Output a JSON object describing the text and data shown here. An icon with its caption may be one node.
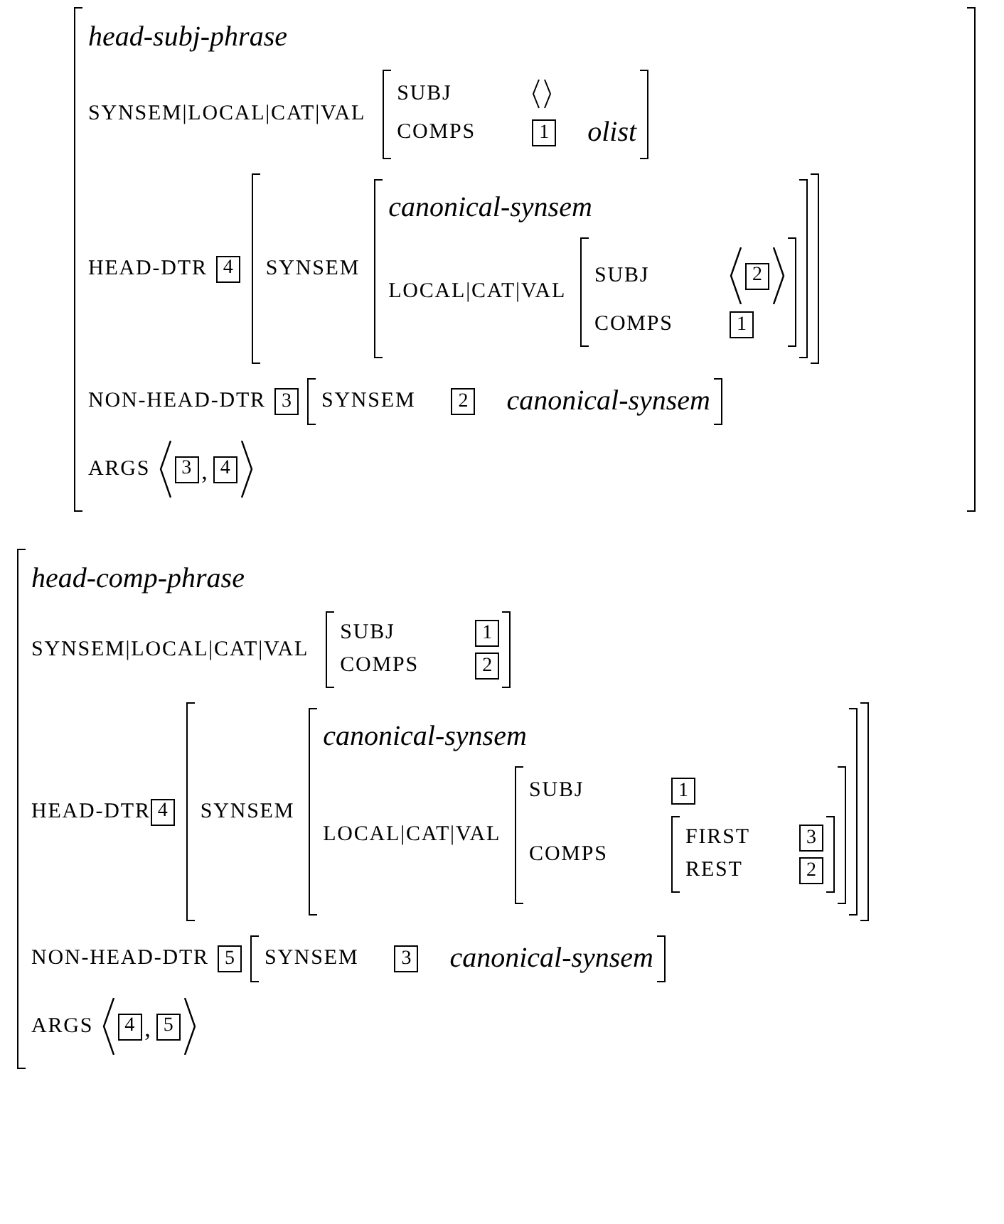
{
  "diagram": {
    "nodes": [
      {
        "text": [
          "head-subj-phrase",
          "SYNSEM|LOCAL|CAT|VAL",
          "HEAD-DTR",
          "NON-HEAD-DTR",
          "ARGS",
          ","
        ]
      },
      {
        "text": [
          "SUBJ",
          "COMPS",
          "olist"
        ],
        "in": 0
      },
      {
        "text": [
          "1"
        ],
        "in": 1
      },
      {
        "text": [
          "4"
        ],
        "in": 0
      },
      {
        "text": [
          "SYNSEM"
        ],
        "in": 0
      },
      {
        "text": [
          "canonical-synsem",
          "LOCAL|CAT|VAL"
        ],
        "in": 4
      },
      {
        "text": [
          "SUBJ",
          "COMPS"
        ],
        "in": 5
      },
      {
        "text": [
          "2"
        ],
        "in": 6
      },
      {
        "text": [
          "1"
        ],
        "in": 6
      },
      {
        "text": [
          "3"
        ],
        "in": 0
      },
      {
        "text": [
          "SYNSEM",
          "canonical-synsem"
        ],
        "in": 0
      },
      {
        "text": [
          "2"
        ],
        "in": 10
      },
      {
        "text": [
          "3"
        ],
        "in": 0
      },
      {
        "text": [
          "4"
        ],
        "in": 0
      },
      {
        "text": [
          "head-comp-phrase",
          "SYNSEM|LOCAL|CAT|VAL",
          "HEAD-DTR",
          "NON-HEAD-DTR",
          "ARGS",
          ","
        ]
      },
      {
        "text": [
          "SUBJ",
          "COMPS"
        ],
        "in": 14
      },
      {
        "text": [
          "1"
        ],
        "in": 15
      },
      {
        "text": [
          "2"
        ],
        "in": 15
      },
      {
        "text": [
          "4"
        ],
        "in": 14
      },
      {
        "text": [
          "SYNSEM"
        ],
        "in": 14
      },
      {
        "text": [
          "canonical-synsem",
          "LOCAL|CAT|VAL"
        ],
        "in": 19
      },
      {
        "text": [
          "SUBJ",
          "COMPS"
        ],
        "in": 20
      },
      {
        "text": [
          "1"
        ],
        "in": 21
      },
      {
        "text": [
          "FIRST",
          "REST"
        ],
        "in": 21
      },
      {
        "text": [
          "3"
        ],
        "in": 23
      },
      {
        "text": [
          "2"
        ],
        "in": 23
      },
      {
        "text": [
          "5"
        ],
        "in": 14
      },
      {
        "text": [
          "SYNSEM",
          "canonical-synsem"
        ],
        "in": 14
      },
      {
        "text": [
          "3"
        ],
        "in": 27
      },
      {
        "text": [
          "4"
        ],
        "in": 14
      },
      {
        "text": [
          "5"
        ],
        "in": 14
      }
    ]
  }
}
